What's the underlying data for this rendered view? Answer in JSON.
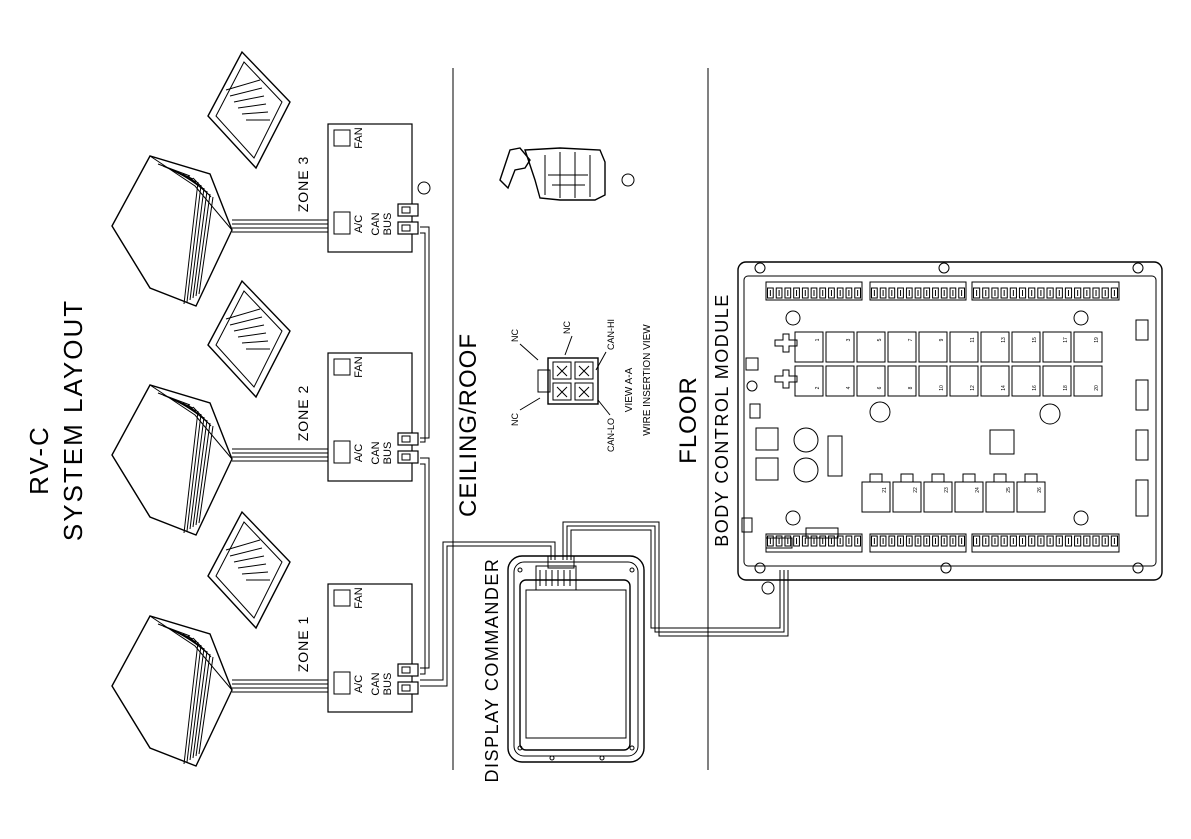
{
  "title": {
    "line1": "RV-C",
    "line2": "SYSTEM LAYOUT"
  },
  "zones": [
    {
      "label": "ZONE 1",
      "fan": "FAN",
      "ac": "A/C",
      "can": "CAN",
      "bus": "BUS"
    },
    {
      "label": "ZONE 2",
      "fan": "FAN",
      "ac": "A/C",
      "can": "CAN",
      "bus": "BUS"
    },
    {
      "label": "ZONE 3",
      "fan": "FAN",
      "ac": "A/C",
      "can": "CAN",
      "bus": "BUS"
    }
  ],
  "sections": {
    "ceiling_roof": "CEILING/ROOF",
    "floor": "FLOOR"
  },
  "connector_view": {
    "nc_top_left": "NC",
    "nc_top": "NC",
    "can_hi": "CAN-HI",
    "nc_bottom": "NC",
    "can_lo": "CAN-LO",
    "view_title": "VIEW A-A",
    "view_subtitle": "WIRE INSERTION VIEW"
  },
  "display_commander": "DISPLAY COMMANDER",
  "body_control_module": "BODY CONTROL MODULE",
  "relay_numbers_top": [
    "1",
    "3",
    "5",
    "7",
    "9",
    "11",
    "13",
    "15",
    "17",
    "19"
  ],
  "relay_numbers_bottom": [
    "2",
    "4",
    "6",
    "8",
    "10",
    "12",
    "14",
    "16",
    "18",
    "20"
  ],
  "relay_numbers_lower": [
    "21",
    "22",
    "23",
    "24",
    "25",
    "26"
  ]
}
